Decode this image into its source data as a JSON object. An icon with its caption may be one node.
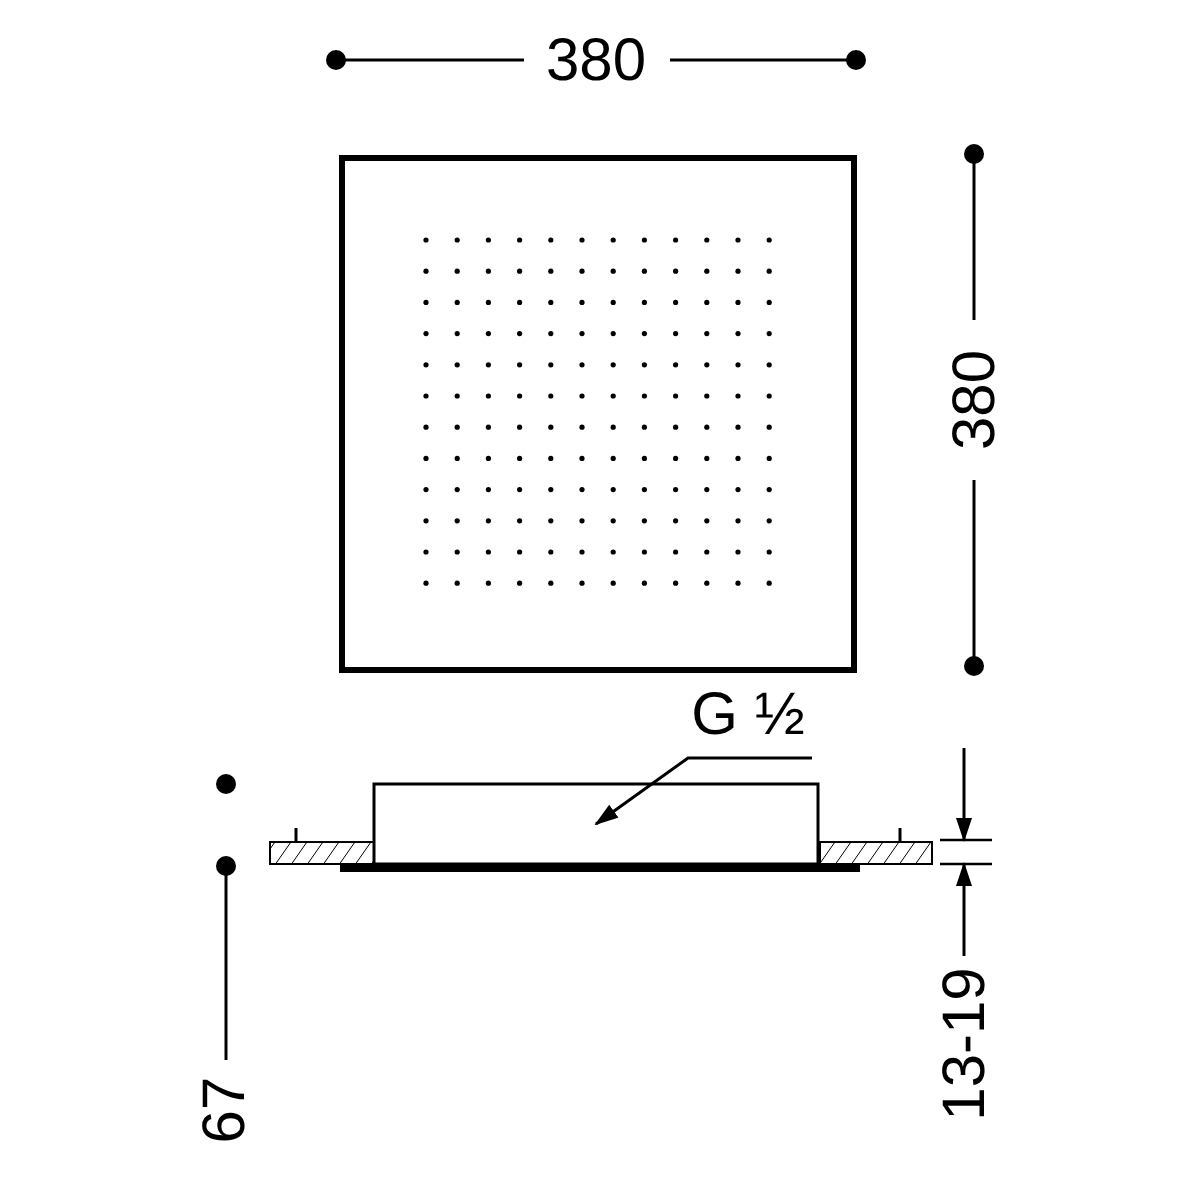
{
  "diagram": {
    "nodes": [
      {
        "text": [
          "G ½"
        ]
      },
      {
        "text": [],
        "shape": "box"
      }
    ],
    "edges": [
      {
        "from": 0,
        "to": 1,
        "arrow": "to"
      }
    ],
    "labels": [
      "380",
      "380",
      "67",
      "13-19"
    ]
  }
}
